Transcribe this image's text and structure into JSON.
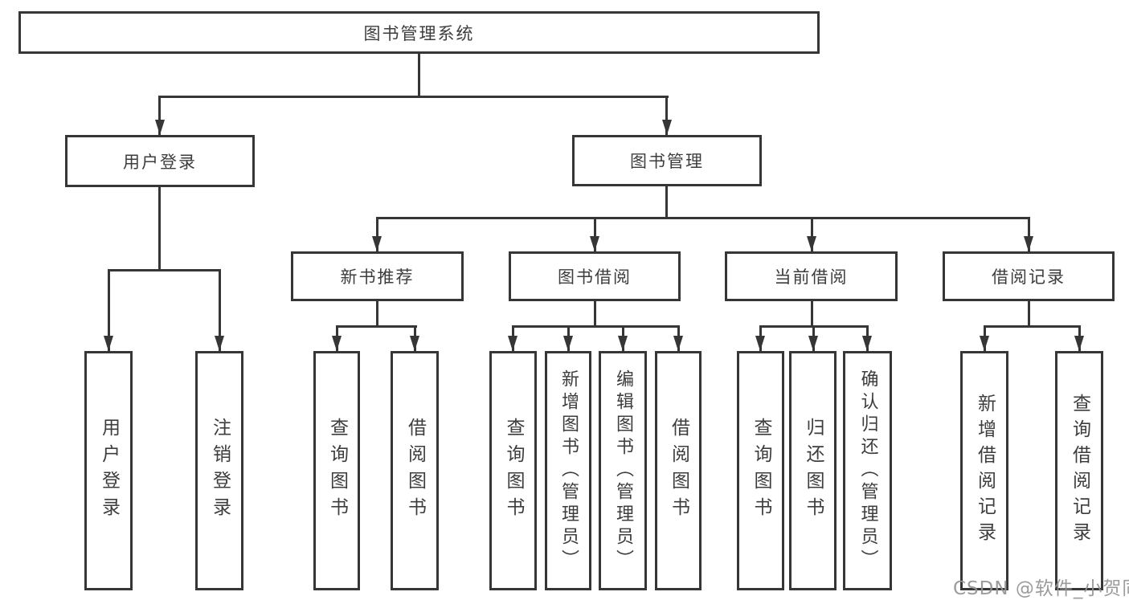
{
  "tree": {
    "root": {
      "label": "图书管理系统",
      "children": [
        {
          "label": "用户登录",
          "children": [
            {
              "label": "用户登录"
            },
            {
              "label": "注销登录"
            }
          ]
        },
        {
          "label": "图书管理",
          "children": [
            {
              "label": "新书推荐",
              "children": [
                {
                  "label": "查询图书"
                },
                {
                  "label": "借阅图书"
                }
              ]
            },
            {
              "label": "图书借阅",
              "children": [
                {
                  "label": "查询图书"
                },
                {
                  "label": "新增图书（管理员）"
                },
                {
                  "label": "编辑图书（管理员）"
                },
                {
                  "label": "借阅图书"
                }
              ]
            },
            {
              "label": "当前借阅",
              "children": [
                {
                  "label": "查询图书"
                },
                {
                  "label": "归还图书"
                },
                {
                  "label": "确认归还（管理员）"
                }
              ]
            },
            {
              "label": "借阅记录",
              "children": [
                {
                  "label": "新增借阅记录"
                },
                {
                  "label": "查询借阅记录"
                }
              ]
            }
          ]
        }
      ]
    }
  },
  "watermark": {
    "text": "CSDN @软件_小贺同学"
  },
  "colors": {
    "line": "#363636",
    "node_text": "#3d3d3d",
    "node_background": "#ffffff",
    "watermark_text": "#949494",
    "page_background": "#ffffff"
  }
}
